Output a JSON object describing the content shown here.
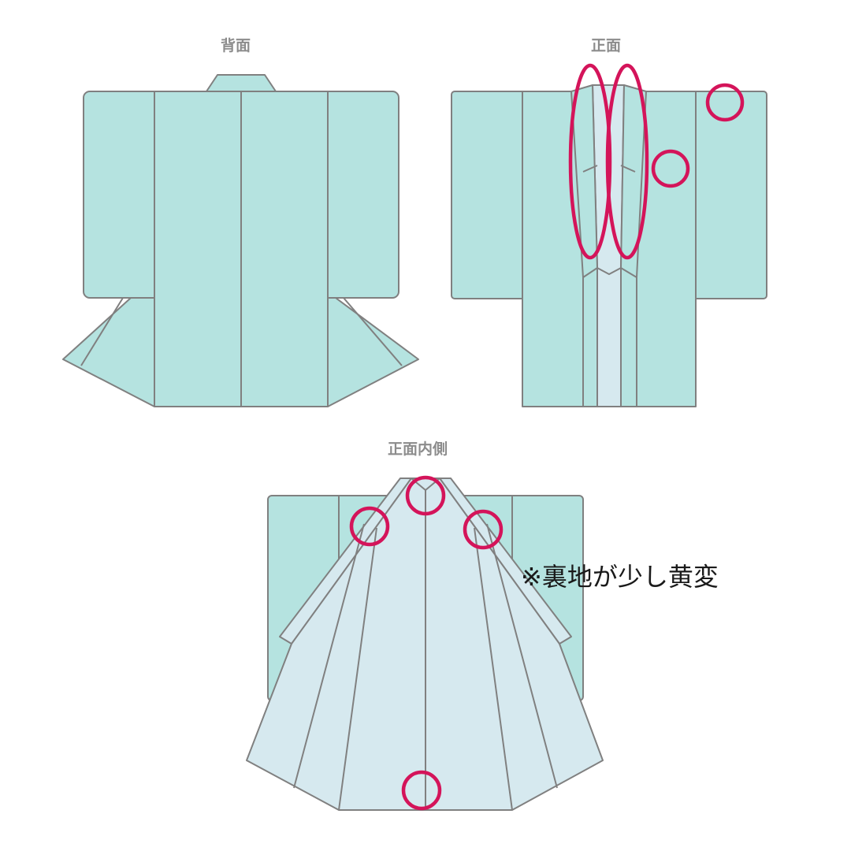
{
  "labels": {
    "back": "背面",
    "front": "正面",
    "inner": "正面内側"
  },
  "note": "※裏地が少し黄変",
  "colors": {
    "outer_fabric": "#b5e3e0",
    "lining": "#d6e9ef",
    "outline": "#808080",
    "marker": "#d4145a"
  }
}
